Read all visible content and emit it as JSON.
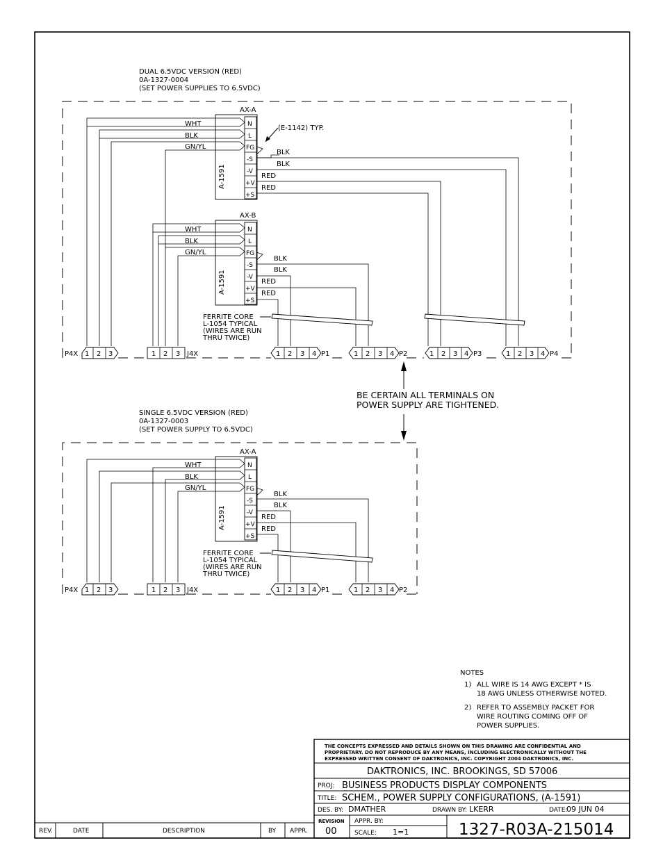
{
  "dual": {
    "title": "DUAL 6.5VDC VERSION (RED)",
    "part": "0A-1327-0004",
    "note": "(SET POWER SUPPLIES TO 6.5VDC)",
    "ps_a_label": "AX-A",
    "ps_b_label": "AX-B",
    "ps_part": "A-1591",
    "callout": "(E-1142) TYP.",
    "wires": {
      "wht": "WHT",
      "blk": "BLK",
      "gnyl": "GN/YL",
      "red": "RED"
    },
    "terminals": [
      "N",
      "L",
      "FG",
      "-S",
      "-V",
      "+V",
      "+S"
    ],
    "ferrite": [
      "FERRITE CORE",
      "L-1054 TYPICAL",
      "(WIRES ARE RUN",
      "THRU TWICE)"
    ],
    "connectors": {
      "p4x": "P4X",
      "j4x": "J4X",
      "p1": "P1",
      "p2": "P2",
      "p3": "P3",
      "p4": "P4"
    }
  },
  "single": {
    "title": "SINGLE 6.5VDC VERSION (RED)",
    "part": "0A-1327-0003",
    "note": "(SET POWER SUPPLY TO 6.5VDC)",
    "ps_a_label": "AX-A",
    "ps_part": "A-1591"
  },
  "pins": {
    "p3": [
      "1",
      "2",
      "3"
    ],
    "p4": [
      "1",
      "2",
      "3",
      "4"
    ]
  },
  "warning": [
    "BE CERTAIN ALL TERMINALS ON",
    "POWER SUPPLY ARE TIGHTENED."
  ],
  "notes": {
    "heading": "NOTES",
    "n1_num": "1)",
    "n1": [
      "ALL WIRE IS 14 AWG EXCEPT * IS",
      "18 AWG UNLESS OTHERWISE NOTED."
    ],
    "n2_num": "2)",
    "n2": [
      "REFER TO ASSEMBLY PACKET FOR",
      "WIRE ROUTING COMING OFF OF",
      "POWER SUPPLIES."
    ]
  },
  "title_block": {
    "confidential": [
      "THE CONCEPTS EXPRESSED AND DETAILS SHOWN ON THIS DRAWING ARE CONFIDENTIAL AND",
      "PROPRIETARY. DO NOT REPRODUCE BY ANY MEANS, INCLUDING ELECTRONICALLY WITHOUT THE",
      "EXPRESSED WRITTEN CONSENT OF DAKTRONICS, INC.          COPYRIGHT 2004 DAKTRONICS, INC."
    ],
    "company": "DAKTRONICS, INC.   BROOKINGS, SD 57006",
    "proj_label": "PROJ:",
    "proj": "BUSINESS PRODUCTS DISPLAY COMPONENTS",
    "title_label": "TITLE:",
    "title": "SCHEM., POWER SUPPLY CONFIGURATIONS, (A-1591)",
    "des_label": "DES. BY:",
    "des": "DMATHER",
    "drawn_label": "DRAWN BY:",
    "drawn": "LKERR",
    "date_label": "DATE:",
    "date": "09 JUN 04",
    "revision_label": "REVISION",
    "revision": "00",
    "appr_label": "APPR. BY:",
    "scale_label": "SCALE:",
    "scale": "1=1",
    "drawing_number": "1327-R03A-215014"
  },
  "revision_block": {
    "rev": "REV.",
    "date": "DATE",
    "description": "DESCRIPTION",
    "by": "BY",
    "appr": "APPR."
  }
}
